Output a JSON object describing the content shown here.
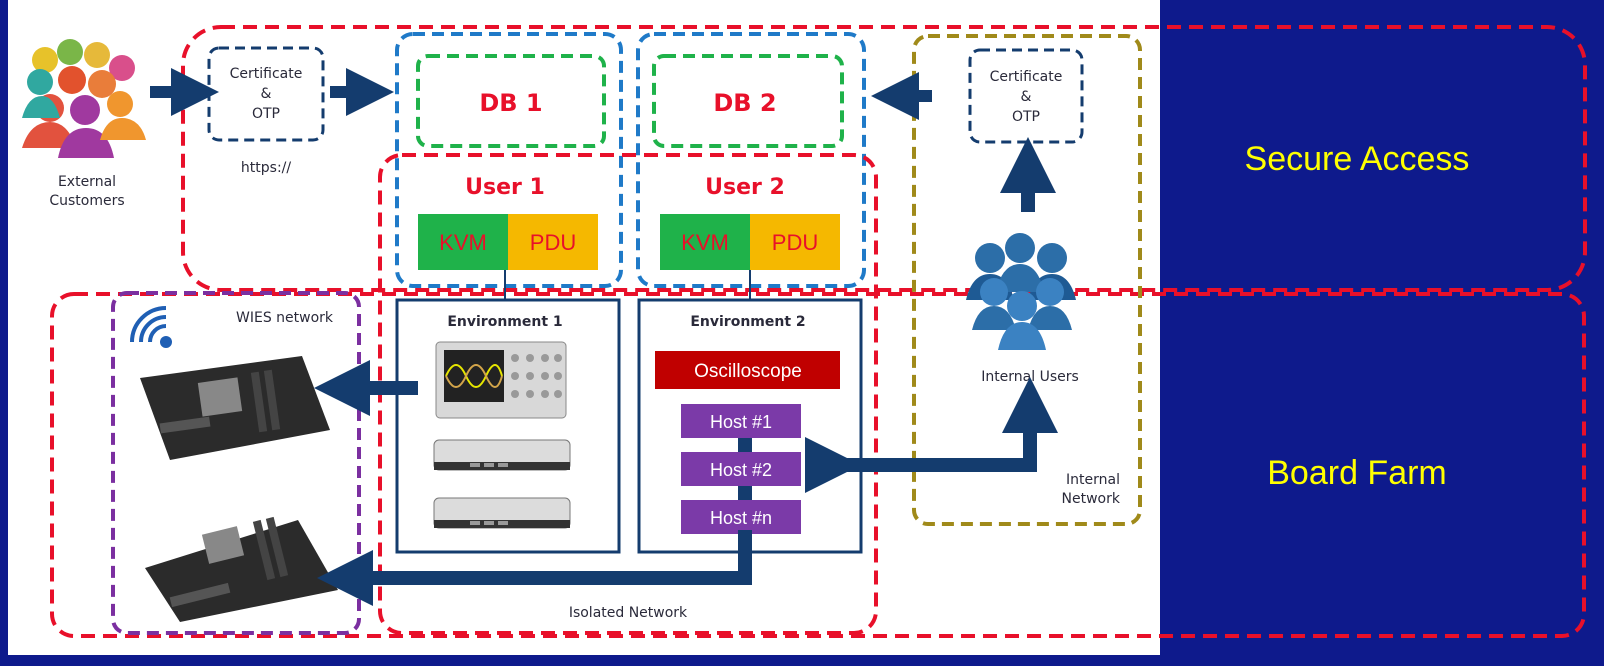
{
  "colors": {
    "background": "#0e1a8c",
    "canvas": "#ffffff",
    "red_dash": "#e8102a",
    "blue_dash": "#1f7ac8",
    "green_dash": "#1fb24a",
    "navy": "#143c6e",
    "purple": "#7b2fa0",
    "olive": "#a08a1a",
    "kvm": "#1fb24a",
    "pdu": "#f5b800",
    "oscilloscope": "#c00000",
    "host": "#7b3aa8",
    "highlight": "#ffff00"
  },
  "zones": {
    "secure_access": "Secure Access",
    "board_farm": "Board Farm"
  },
  "external": {
    "label_line1": "External",
    "label_line2": "Customers",
    "icon": "people-group-icon"
  },
  "certificate_left": {
    "line1": "Certificate",
    "line2": "&",
    "line3": "OTP",
    "caption": "https://"
  },
  "certificate_right": {
    "line1": "Certificate",
    "line2": "&",
    "line3": "OTP"
  },
  "databases": [
    "DB 1",
    "DB 2"
  ],
  "users": [
    {
      "title": "User 1",
      "kvm": "KVM",
      "pdu": "PDU"
    },
    {
      "title": "User 2",
      "kvm": "KVM",
      "pdu": "PDU"
    }
  ],
  "environments": {
    "env1": {
      "title": "Environment 1",
      "icons": [
        "oscilloscope-icon",
        "mini-pc-icon",
        "mini-pc-icon"
      ]
    },
    "env2": {
      "title": "Environment 2",
      "oscilloscope": "Oscilloscope",
      "hosts": [
        "Host #1",
        "Host #2",
        "Host #n"
      ]
    }
  },
  "wies": {
    "label": "WIES network",
    "icons": [
      "wifi-icon",
      "motherboard-icon",
      "motherboard-icon"
    ]
  },
  "internal": {
    "users_label": "Internal Users",
    "network_line1": "Internal",
    "network_line2": "Network",
    "icon": "people-group-icon"
  },
  "isolated_network": "Isolated Network"
}
